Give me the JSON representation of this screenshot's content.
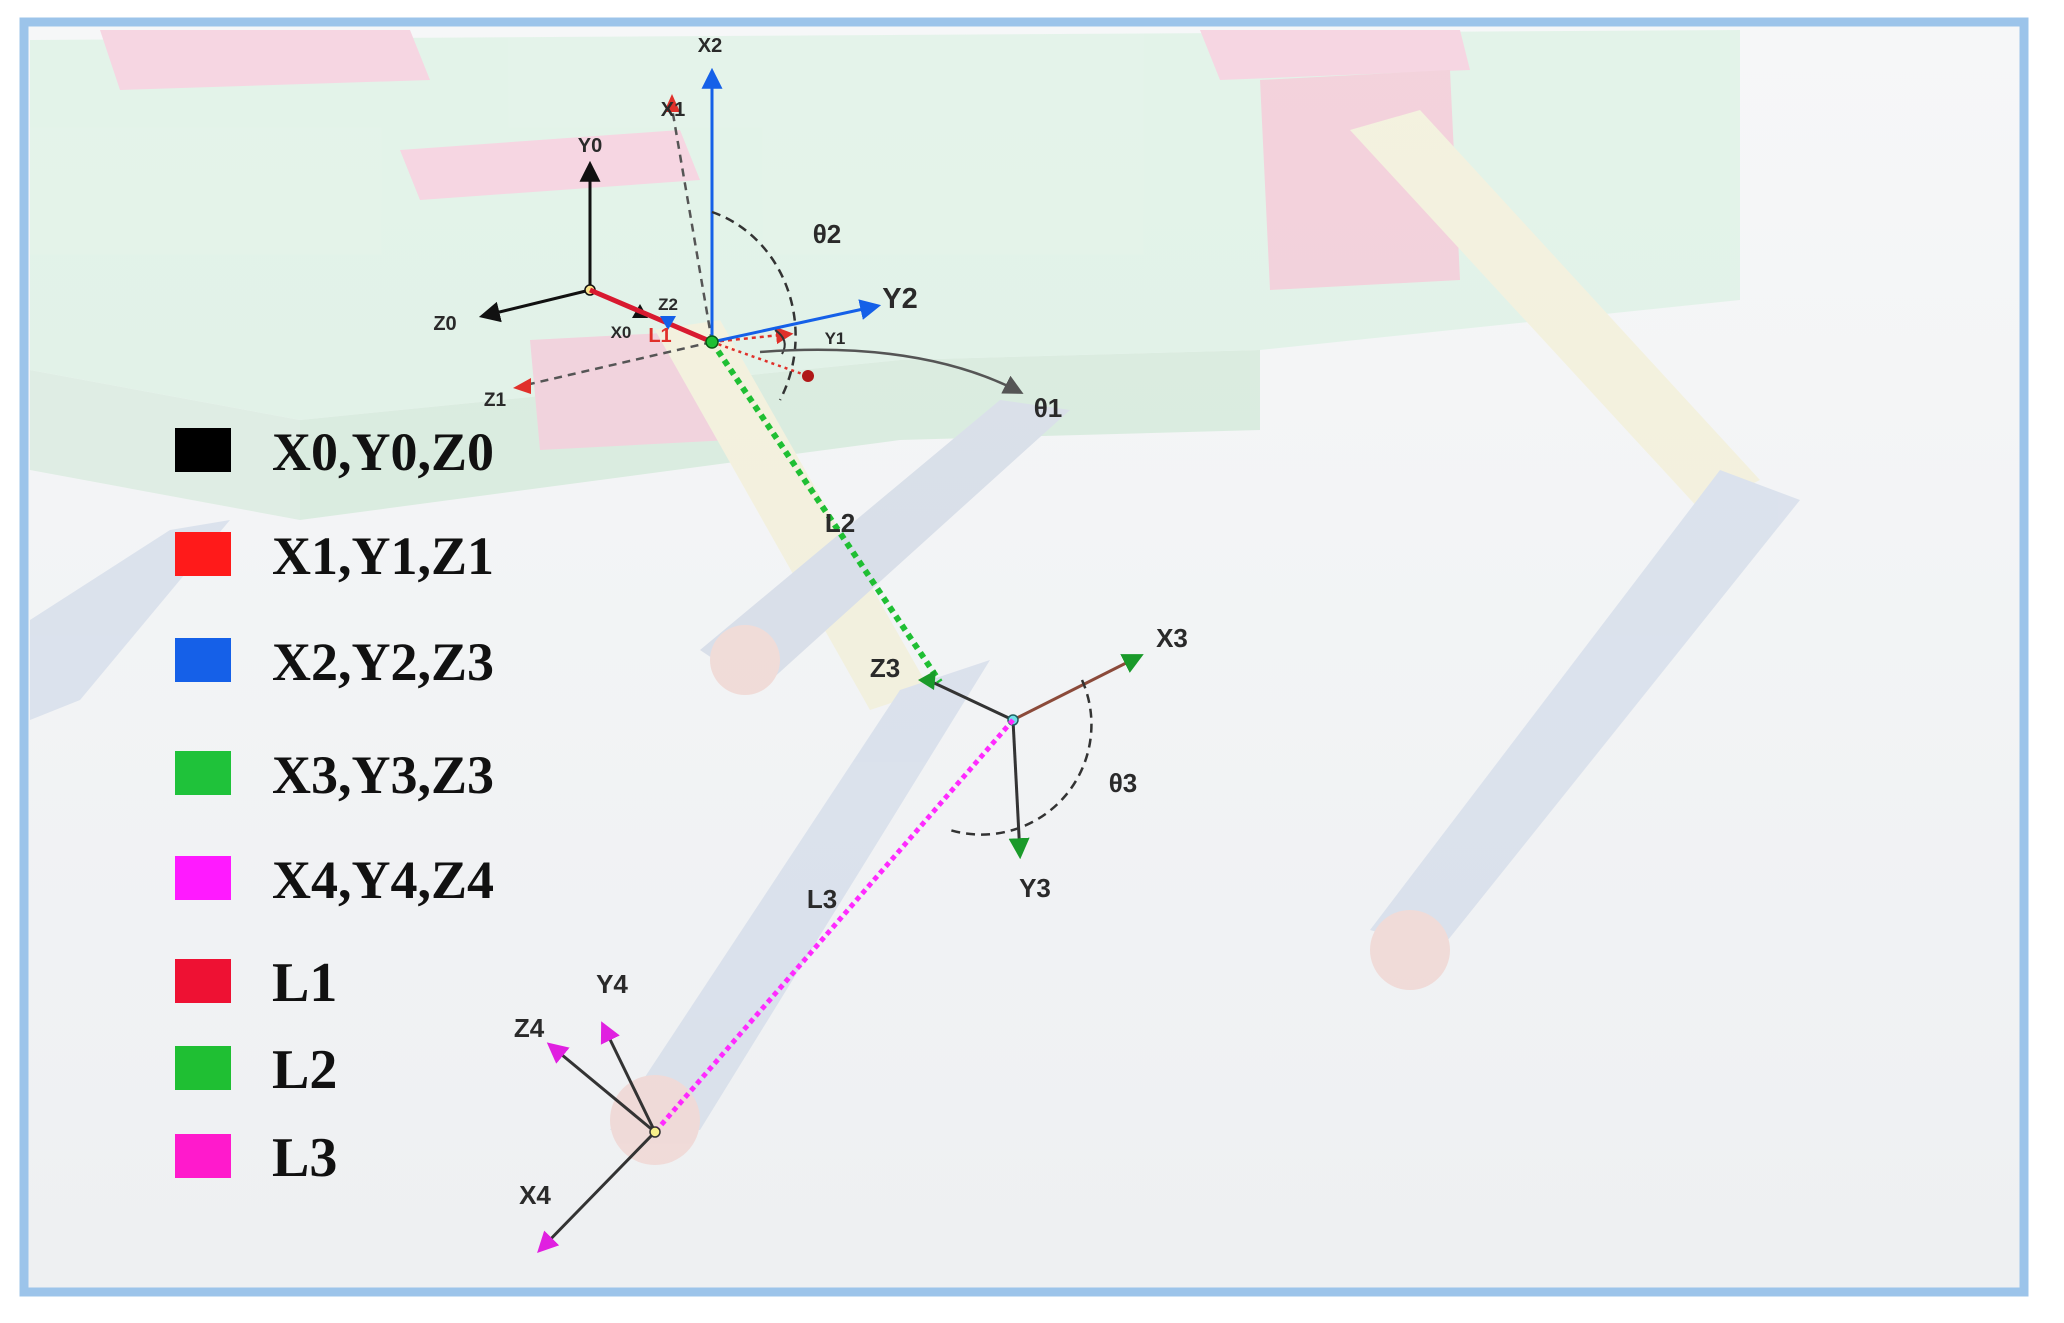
{
  "legend": [
    {
      "label": "X0,Y0,Z0",
      "color": "#000000"
    },
    {
      "label": "X1,Y1,Z1",
      "color": "#ff1a1a"
    },
    {
      "label": "X2,Y2,Z3",
      "color": "#1560e8"
    },
    {
      "label": "X3,Y3,Z3",
      "color": "#1fc23a"
    },
    {
      "label": "X4,Y4,Z4",
      "color": "#ff1aff"
    },
    {
      "label": "L1",
      "color": "#ee1133"
    },
    {
      "label": "L2",
      "color": "#1fbf33"
    },
    {
      "label": "L3",
      "color": "#ff1acc"
    }
  ],
  "labels": {
    "x0": "X0",
    "y0": "Y0",
    "z0": "Z0",
    "x1": "X1",
    "y1": "Y1",
    "z1": "Z1",
    "x2": "X2",
    "y2": "Y2",
    "z2": "Z2",
    "x3": "X3",
    "y3": "Y3",
    "z3": "Z3",
    "x4": "X4",
    "y4": "Y4",
    "z4": "Z4",
    "l1": "L1",
    "l2": "L2",
    "l3": "L3",
    "theta1": "θ1",
    "theta2": "θ2",
    "theta3": "θ3"
  },
  "colors": {
    "frame0": "#000000",
    "frame1": "#e0302a",
    "frame2": "#1560e8",
    "frame3": "#1a9a2a",
    "frame4": "#e020e0",
    "link1": "#d81a30",
    "link2": "#1fbf33",
    "link3": "#ff2aff",
    "border": "#9cc4ea"
  }
}
